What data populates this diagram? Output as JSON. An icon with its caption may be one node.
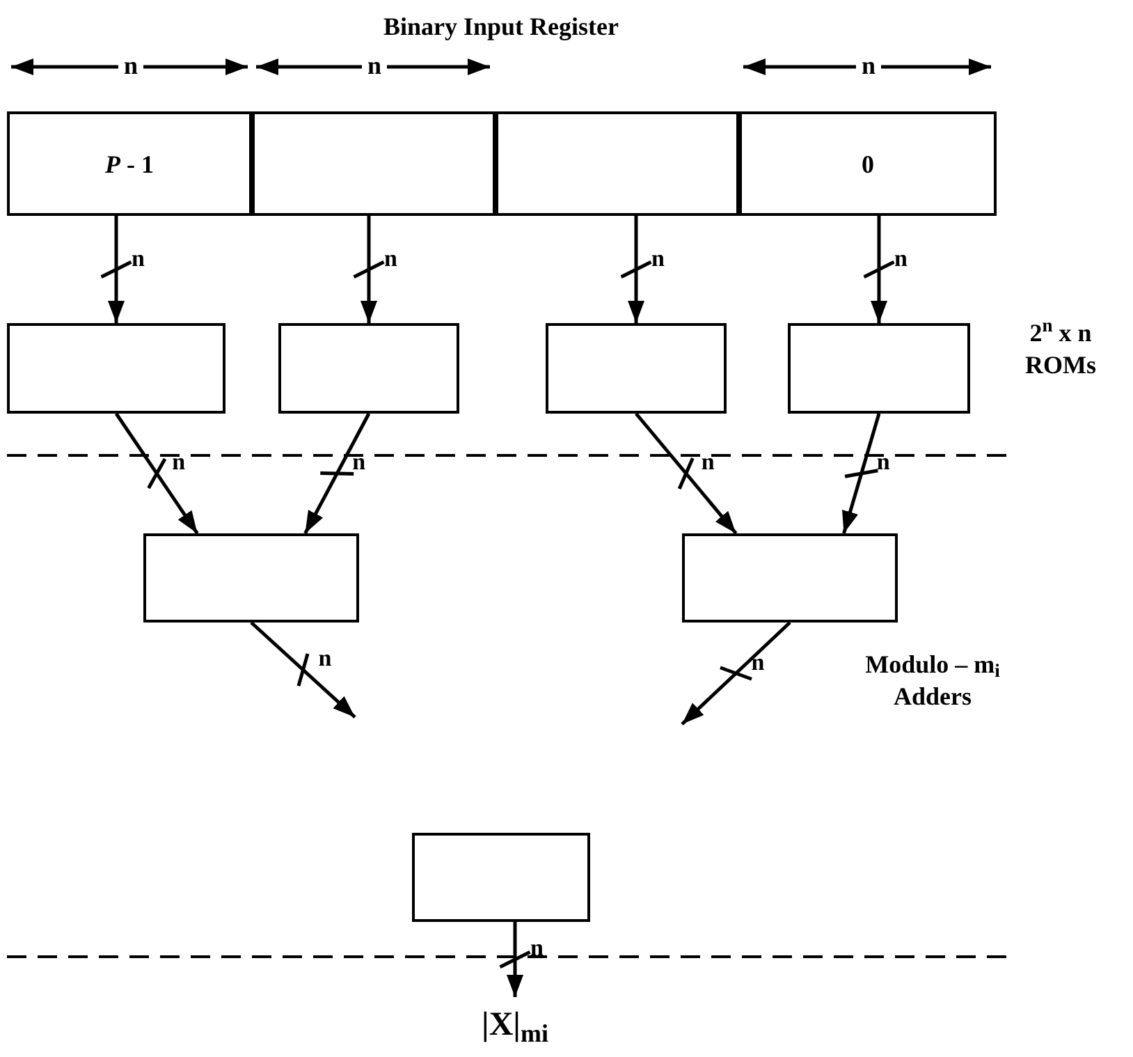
{
  "diagram": {
    "title": "Binary Input Register",
    "nodes": [
      {
        "text": [
          "*P* - 1"
        ]
      },
      {
        "text": [],
        "shape": "box"
      },
      {
        "text": [],
        "shape": "box"
      },
      {
        "text": [
          "0"
        ]
      },
      {
        "text": [],
        "shape": "box"
      },
      {
        "text": [],
        "shape": "box"
      },
      {
        "text": [],
        "shape": "box"
      },
      {
        "text": [],
        "shape": "box"
      },
      {
        "text": [],
        "shape": "box"
      },
      {
        "text": [],
        "shape": "box"
      },
      {
        "text": [],
        "shape": "box"
      },
      {
        "text": [
          "|X|$_{mi}$"
        ]
      }
    ],
    "edges": [
      {
        "from": 0,
        "to": 4,
        "arrow": "to",
        "label": "n"
      },
      {
        "from": 1,
        "to": 5,
        "arrow": "to",
        "label": "n"
      },
      {
        "from": 2,
        "to": 6,
        "arrow": "to",
        "label": "n"
      },
      {
        "from": 3,
        "to": 7,
        "arrow": "to",
        "label": "n"
      },
      {
        "from": 4,
        "to": 8,
        "arrow": "to",
        "label": "n"
      },
      {
        "from": 5,
        "to": 8,
        "arrow": "to",
        "label": "n"
      },
      {
        "from": 6,
        "to": 9,
        "arrow": "to",
        "label": "n"
      },
      {
        "from": 7,
        "to": 9,
        "arrow": "to",
        "label": "n"
      },
      {
        "from": 8,
        "to": null,
        "arrow": "to",
        "label": "n"
      },
      {
        "from": 9,
        "to": null,
        "arrow": "to",
        "label": "n"
      },
      {
        "from": 10,
        "to": 11,
        "arrow": "to",
        "label": "n"
      }
    ],
    "labels": [
      "n",
      "n",
      "n",
      "2$^{n}$ x n ROMs",
      "Modulo – m$_{i}$ Adders"
    ]
  }
}
